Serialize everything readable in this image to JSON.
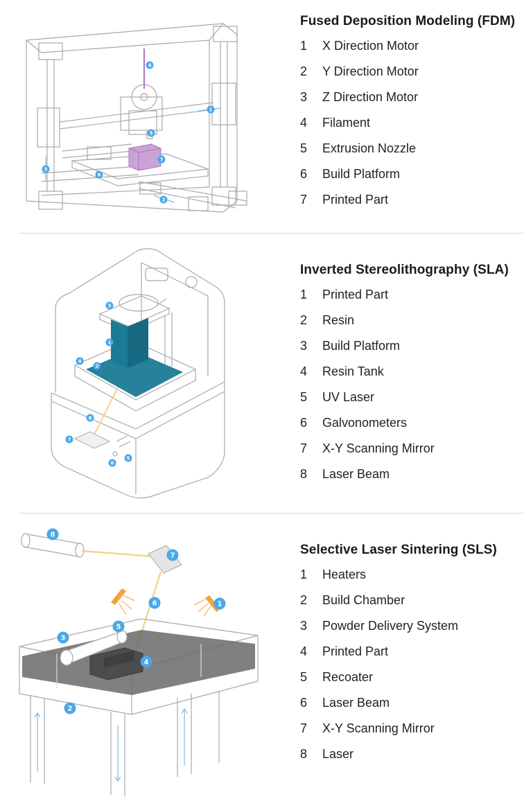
{
  "sections": [
    {
      "title": "Fused Deposition Modeling (FDM)",
      "items": [
        {
          "n": "1",
          "label": "X Direction Motor"
        },
        {
          "n": "2",
          "label": "Y Direction Motor"
        },
        {
          "n": "3",
          "label": "Z Direction Motor"
        },
        {
          "n": "4",
          "label": "Filament"
        },
        {
          "n": "5",
          "label": "Extrusion Nozzle"
        },
        {
          "n": "6",
          "label": "Build Platform"
        },
        {
          "n": "7",
          "label": "Printed Part"
        }
      ]
    },
    {
      "title": "Inverted Stereolithography (SLA)",
      "items": [
        {
          "n": "1",
          "label": "Printed Part"
        },
        {
          "n": "2",
          "label": "Resin"
        },
        {
          "n": "3",
          "label": "Build Platform"
        },
        {
          "n": "4",
          "label": "Resin Tank"
        },
        {
          "n": "5",
          "label": "UV Laser"
        },
        {
          "n": "6",
          "label": "Galvonometers"
        },
        {
          "n": "7",
          "label": "X-Y Scanning Mirror"
        },
        {
          "n": "8",
          "label": "Laser Beam"
        }
      ]
    },
    {
      "title": "Selective Laser Sintering (SLS)",
      "items": [
        {
          "n": "1",
          "label": "Heaters"
        },
        {
          "n": "2",
          "label": "Build Chamber"
        },
        {
          "n": "3",
          "label": "Powder Delivery System"
        },
        {
          "n": "4",
          "label": "Printed Part"
        },
        {
          "n": "5",
          "label": "Recoater"
        },
        {
          "n": "6",
          "label": "Laser Beam"
        },
        {
          "n": "7",
          "label": "X-Y Scanning Mirror"
        },
        {
          "n": "8",
          "label": "Laser"
        }
      ]
    }
  ],
  "colors": {
    "marker": "#4aa8e8",
    "filament": "#b07cc6",
    "resin": "#1b7a96",
    "laser": "#f3d48a",
    "heater": "#f2a33a",
    "powder": "#5b5b5b",
    "outline": "#a8a8a8"
  }
}
